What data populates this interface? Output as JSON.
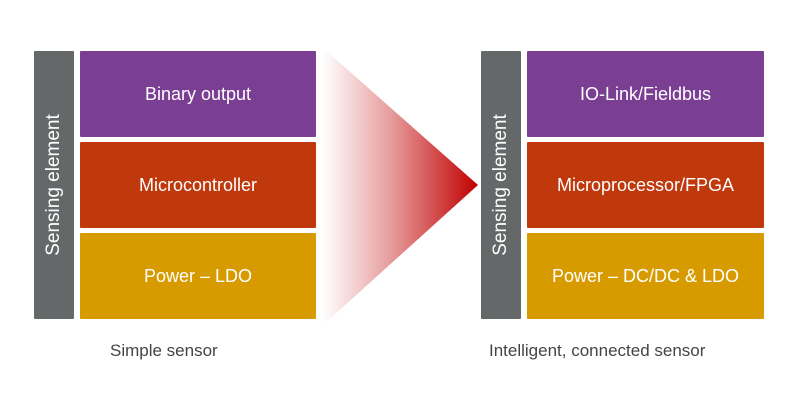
{
  "left_stack": {
    "sensing_label": "Sensing element",
    "blocks": [
      {
        "label": "Binary output",
        "color": "#7a3f93"
      },
      {
        "label": "Microcontroller",
        "color": "#c0390c"
      },
      {
        "label": "Power – LDO",
        "color": "#d79b00"
      }
    ],
    "caption": "Simple sensor"
  },
  "right_stack": {
    "sensing_label": "Sensing element",
    "blocks": [
      {
        "label": "IO-Link/Fieldbus",
        "color": "#7a3f93"
      },
      {
        "label": "Microprocessor/FPGA",
        "color": "#c0390c"
      },
      {
        "label": "Power – DC/DC & LDO",
        "color": "#d79b00"
      }
    ],
    "caption": "Intelligent, connected sensor"
  },
  "arrow": {
    "color": "#c00000",
    "direction": "right"
  }
}
